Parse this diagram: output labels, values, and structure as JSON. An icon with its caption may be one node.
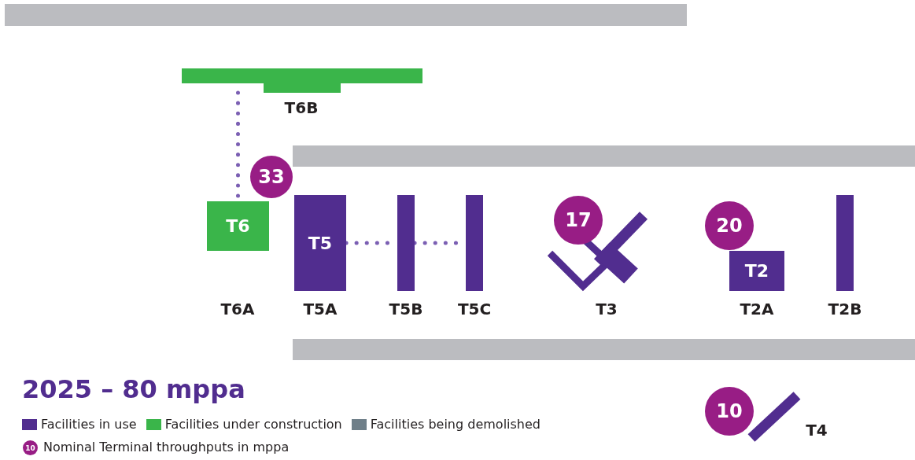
{
  "diagram": {
    "title": "2025 – 80 mppa",
    "nodes": [
      {
        "text": [],
        "shape": "bar"
      },
      {
        "text": [],
        "shape": "box",
        "beside": [
          "T6B"
        ]
      },
      {
        "text": [],
        "shape": "bar"
      },
      {
        "text": [
          "T6"
        ],
        "beside": [
          "T6A"
        ]
      },
      {
        "text": [
          "33"
        ]
      },
      {
        "text": [
          "T5"
        ],
        "beside": [
          "T5A"
        ]
      },
      {
        "text": [],
        "shape": "bar",
        "beside": [
          "T5B"
        ]
      },
      {
        "text": [],
        "shape": "bar",
        "beside": [
          "T5C"
        ]
      },
      {
        "text": [
          "17"
        ]
      },
      {
        "text": [],
        "shape": "picture",
        "beside": [
          "T3"
        ]
      },
      {
        "text": [
          "20"
        ]
      },
      {
        "text": [
          "T2"
        ],
        "beside": [
          "T2A"
        ]
      },
      {
        "text": [],
        "shape": "bar",
        "beside": [
          "T2B"
        ]
      },
      {
        "text": [],
        "shape": "bar"
      },
      {
        "text": [
          "10"
        ]
      },
      {
        "text": [],
        "shape": "bar",
        "beside": [
          "T4"
        ]
      }
    ],
    "edges": [
      {
        "from": 1,
        "to": 3,
        "arrow": "none",
        "style": "dashed"
      },
      {
        "from": 5,
        "to": 6,
        "arrow": "none",
        "style": "dashed"
      },
      {
        "from": 6,
        "to": 7,
        "arrow": "none",
        "style": "dashed"
      }
    ],
    "labels": [
      "10"
    ],
    "legend": [
      {
        "text": "Facilities in use",
        "color": "#512d8f"
      },
      {
        "text": "Facilities under construction",
        "color": "#3ab54a"
      },
      {
        "text": "Facilities being demolished",
        "color": "#6f7f89"
      },
      {
        "text": "Nominal Terminal throughputs in mppa"
      }
    ]
  }
}
